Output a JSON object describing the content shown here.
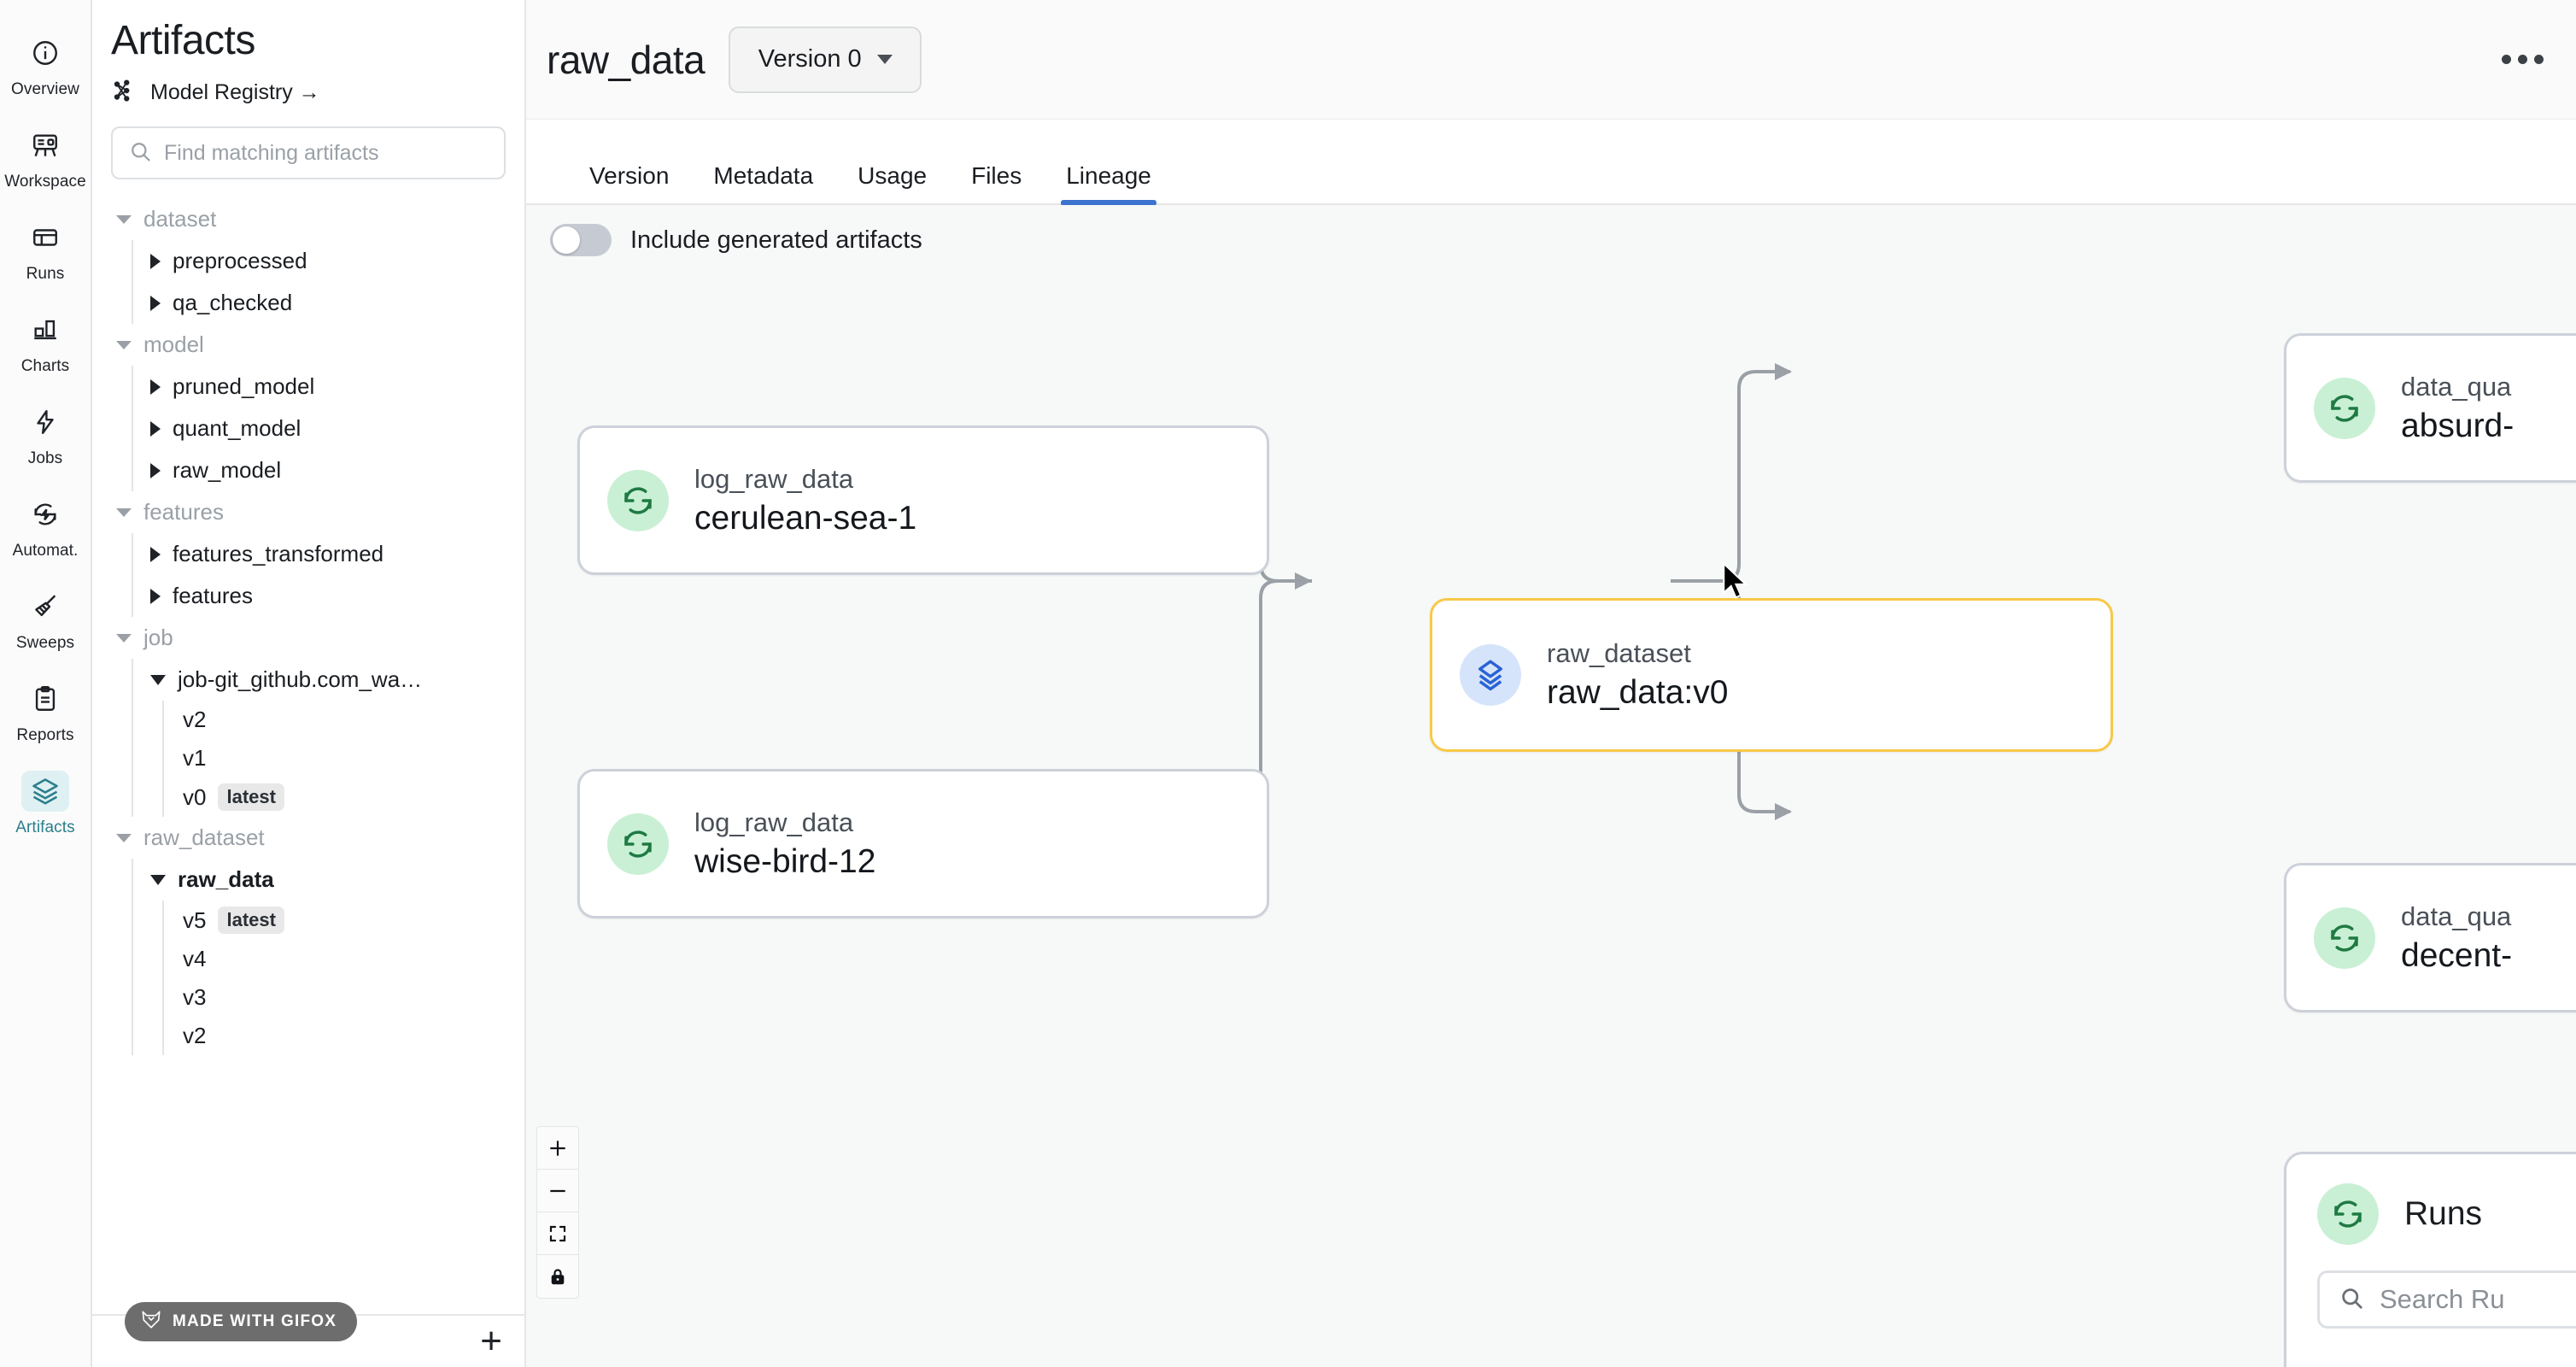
{
  "rail": {
    "items": [
      {
        "label": "Overview",
        "icon": "info-circle-icon",
        "active": false
      },
      {
        "label": "Workspace",
        "icon": "easel-icon",
        "active": false
      },
      {
        "label": "Runs",
        "icon": "table-icon",
        "active": false
      },
      {
        "label": "Charts",
        "icon": "bar-chart-icon",
        "active": false
      },
      {
        "label": "Jobs",
        "icon": "bolt-icon",
        "active": false
      },
      {
        "label": "Automat.",
        "icon": "automation-icon",
        "active": false
      },
      {
        "label": "Sweeps",
        "icon": "broom-icon",
        "active": false
      },
      {
        "label": "Reports",
        "icon": "clipboard-icon",
        "active": false
      },
      {
        "label": "Artifacts",
        "icon": "layers-icon",
        "active": true
      }
    ]
  },
  "panel": {
    "title": "Artifacts",
    "model_registry": "Model Registry →",
    "search_placeholder": "Find matching artifacts",
    "search_value": "",
    "add_button": "+",
    "groups": [
      {
        "name": "dataset",
        "children": [
          {
            "name": "preprocessed",
            "expanded": false,
            "selected": false,
            "versions": []
          },
          {
            "name": "qa_checked",
            "expanded": false,
            "selected": false,
            "versions": []
          }
        ]
      },
      {
        "name": "model",
        "children": [
          {
            "name": "pruned_model",
            "expanded": false,
            "selected": false,
            "versions": []
          },
          {
            "name": "quant_model",
            "expanded": false,
            "selected": false,
            "versions": []
          },
          {
            "name": "raw_model",
            "expanded": false,
            "selected": false,
            "versions": []
          }
        ]
      },
      {
        "name": "features",
        "children": [
          {
            "name": "features_transformed",
            "expanded": false,
            "selected": false,
            "versions": []
          },
          {
            "name": "features",
            "expanded": false,
            "selected": false,
            "versions": []
          }
        ]
      },
      {
        "name": "job",
        "children": [
          {
            "name": "job-git_github.com_wa…",
            "expanded": true,
            "selected": false,
            "versions": [
              {
                "label": "v2",
                "badge": ""
              },
              {
                "label": "v1",
                "badge": ""
              },
              {
                "label": "v0",
                "badge": "latest"
              }
            ]
          }
        ]
      },
      {
        "name": "raw_dataset",
        "children": [
          {
            "name": "raw_data",
            "expanded": true,
            "selected": true,
            "versions": [
              {
                "label": "v5",
                "badge": "latest"
              },
              {
                "label": "v4",
                "badge": ""
              },
              {
                "label": "v3",
                "badge": ""
              },
              {
                "label": "v2",
                "badge": ""
              }
            ]
          }
        ]
      }
    ]
  },
  "header": {
    "title": "raw_data",
    "version_selector": "Version 0",
    "overflow_menu": "•••"
  },
  "tabs": [
    {
      "label": "Version",
      "active": false
    },
    {
      "label": "Metadata",
      "active": false
    },
    {
      "label": "Usage",
      "active": false
    },
    {
      "label": "Files",
      "active": false
    },
    {
      "label": "Lineage",
      "active": true
    }
  ],
  "lineage": {
    "toggle_label": "Include generated artifacts",
    "toggle_on": false,
    "nodes": [
      {
        "id": "n1",
        "type": "log_raw_data",
        "name": "cerulean-sea-1",
        "kind": "run",
        "selected": false
      },
      {
        "id": "n2",
        "type": "log_raw_data",
        "name": "wise-bird-12",
        "kind": "run",
        "selected": false
      },
      {
        "id": "n3",
        "type": "raw_dataset",
        "name": "raw_data:v0",
        "kind": "artifact",
        "selected": true
      },
      {
        "id": "n4",
        "type": "data_qua",
        "name": "absurd-",
        "kind": "run",
        "selected": false
      },
      {
        "id": "n5",
        "type": "data_qua",
        "name": "decent-",
        "kind": "run",
        "selected": false
      }
    ],
    "runs_panel": {
      "title": "Runs",
      "search_placeholder": "Search Ru"
    },
    "zoom_controls": [
      {
        "name": "zoom-in",
        "glyph": "+"
      },
      {
        "name": "zoom-out",
        "glyph": "−"
      },
      {
        "name": "fit-view",
        "glyph": "⛶"
      },
      {
        "name": "lock",
        "glyph": "🔒"
      }
    ]
  },
  "watermark": {
    "text": "MADE WITH GIFOX"
  },
  "colors": {
    "accent_tab": "#3c74d0",
    "selected_node_border": "#f7c948",
    "artifact_icon_bg": "#d6e4fb",
    "run_icon_bg": "#c9f0d4",
    "active_rail": "#2a7f8c"
  }
}
